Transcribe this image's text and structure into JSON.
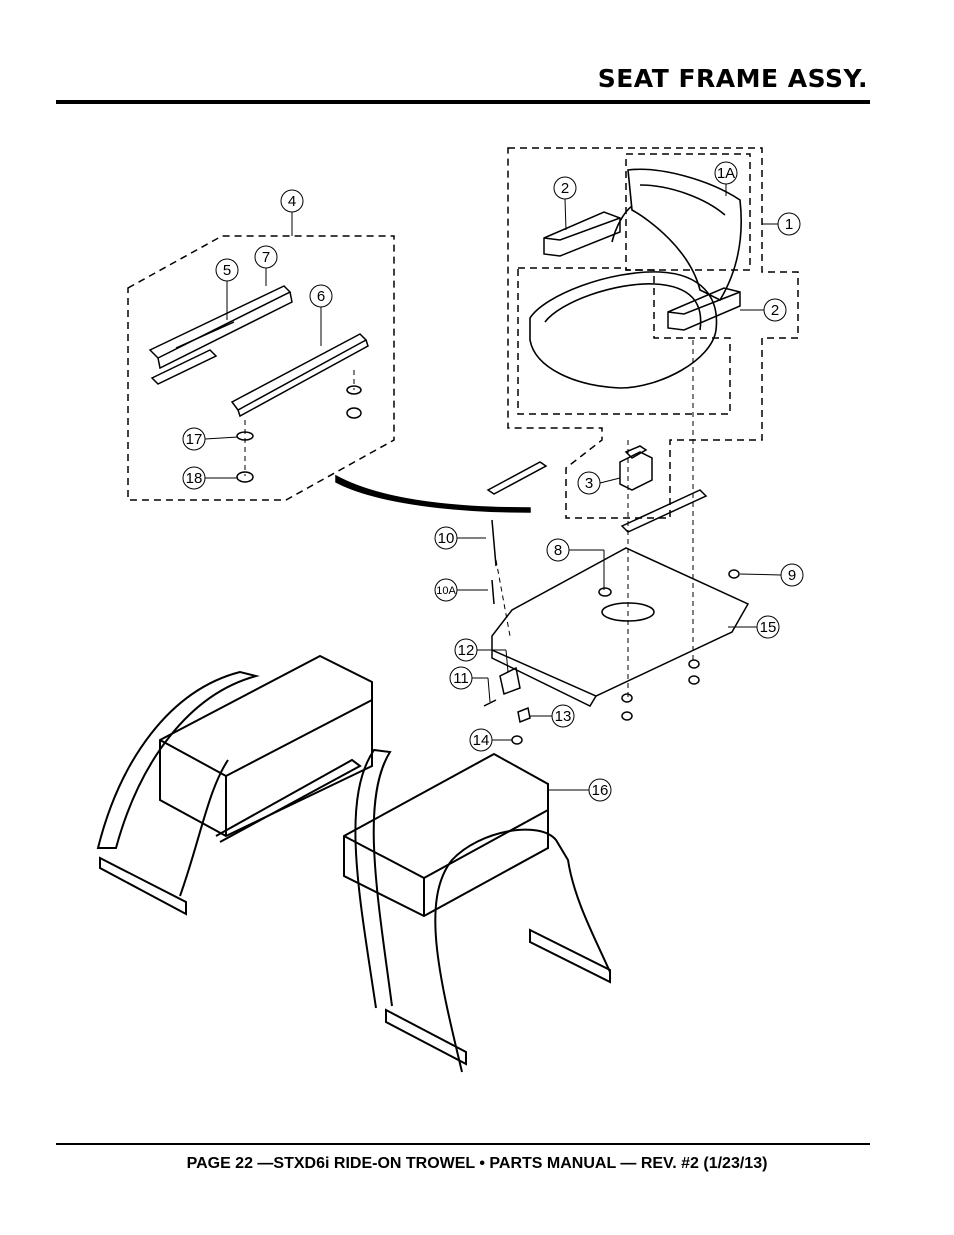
{
  "header": {
    "title": "SEAT FRAME ASSY."
  },
  "footer": {
    "text": "PAGE 22 —STXD6i RIDE-ON TROWEL • PARTS MANUAL — REV. #2 (1/23/13)"
  },
  "callouts": [
    "1",
    "1A",
    "2",
    "2",
    "3",
    "4",
    "5",
    "6",
    "7",
    "8",
    "9",
    "10",
    "10A",
    "11",
    "12",
    "13",
    "14",
    "15",
    "16",
    "17",
    "18"
  ]
}
